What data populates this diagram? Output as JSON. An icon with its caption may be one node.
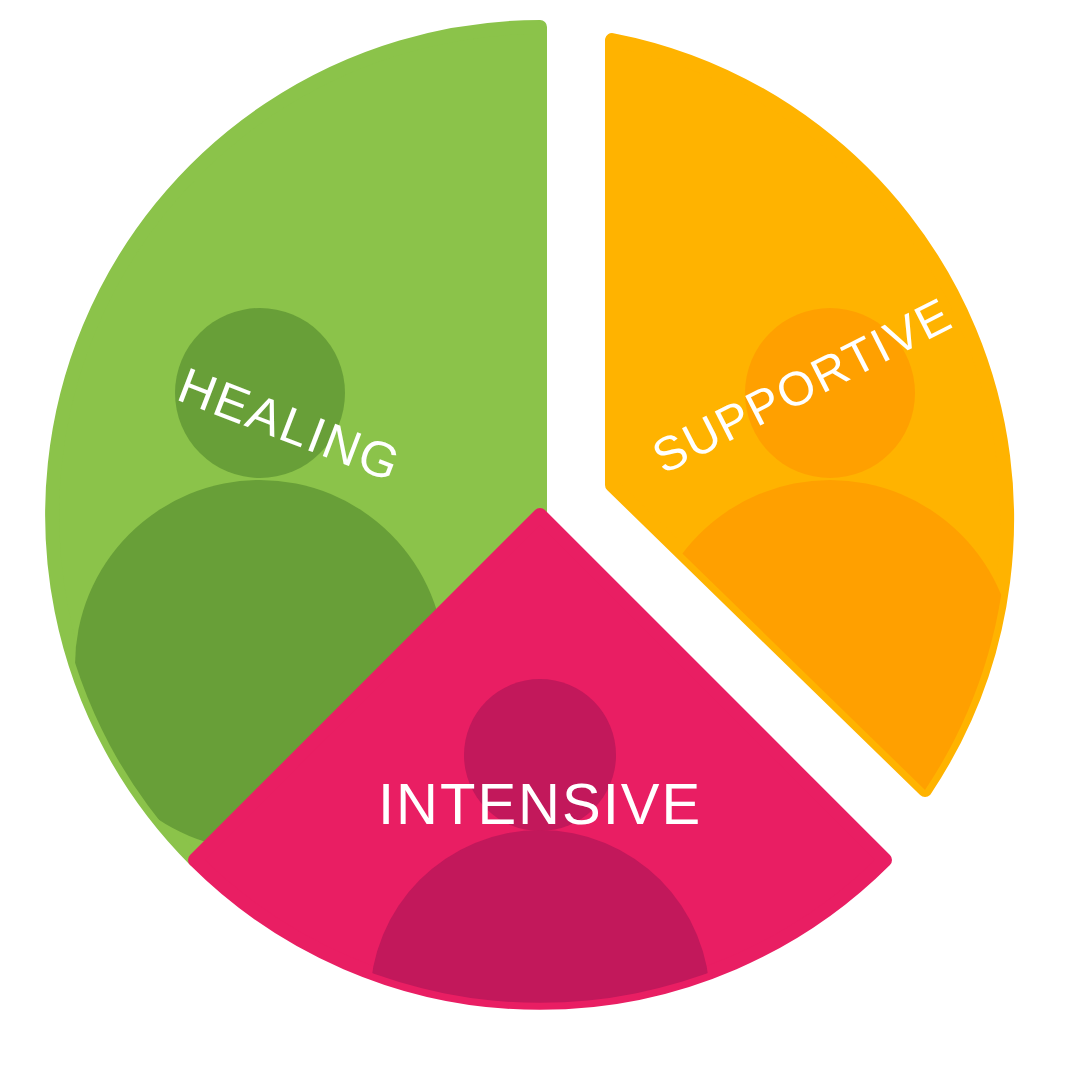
{
  "diagram": {
    "nodes": [
      {
        "text": [
          "HEALING"
        ]
      },
      {
        "text": [
          "SUPPORTIVE"
        ]
      },
      {
        "text": [
          "INTENSIVE"
        ]
      }
    ]
  }
}
